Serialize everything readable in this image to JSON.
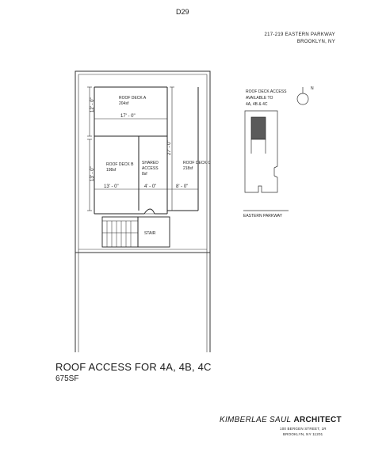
{
  "page_number": "D29",
  "address": {
    "line1": "217-219 EASTERN PARKWAY",
    "line2": "BROOKLYN, NY"
  },
  "plan": {
    "rooms": {
      "deck_a": {
        "name": "ROOF DECK A",
        "area": "204sf"
      },
      "deck_b": {
        "name": "ROOF DECK B",
        "area": "198sf"
      },
      "shared": {
        "name1": "SHARED",
        "name2": "ACCESS",
        "area": "8sf"
      },
      "deck_c": {
        "name": "ROOF DECK C",
        "area": "218sf"
      },
      "stair": "STAIR"
    },
    "dimensions": {
      "a_height": "12' - 0\"",
      "a_width": "17' - 0\"",
      "b_height": "13' - 0\"",
      "b_width": "13' - 0\"",
      "shared_width": "4' - 0\"",
      "c_width": "8' - 0\"",
      "c_height": "27' - 0\""
    }
  },
  "key_plan": {
    "note1": "ROOF DECK ACCESS",
    "note2": "AVAILABLE TO",
    "note3": "4A, 4B & 4C",
    "north": "N",
    "street": "EASTERN PARKWAY"
  },
  "title": "ROOF ACCESS FOR 4A, 4B, 4C",
  "area": "675SF",
  "architect": {
    "name": "KIMBERLAE SAUL",
    "role": "ARCHITECT",
    "addr1": "100 BERGEN STREET, 1R",
    "addr2": "BROOKLYN, NY 11201"
  }
}
